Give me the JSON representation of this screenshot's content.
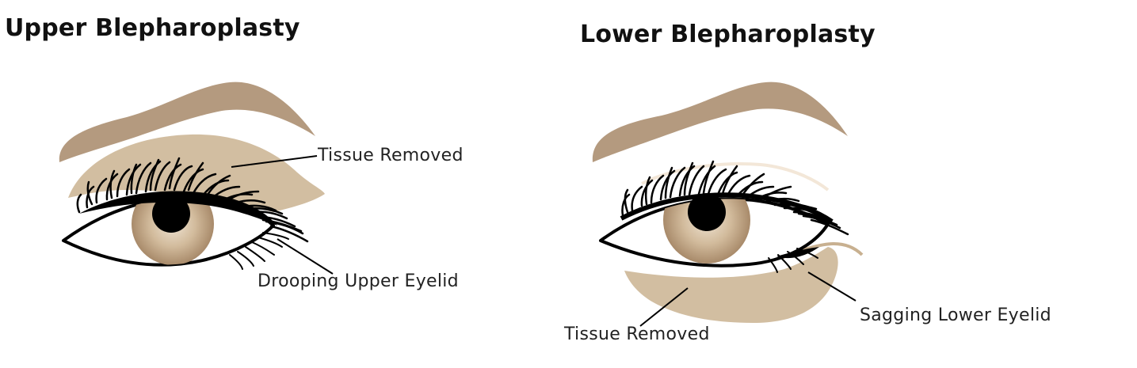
{
  "colors": {
    "brow": "#b49a7f",
    "tissue": "#d2bea1",
    "iris_outer": "#a88a6a",
    "iris_inner": "#e2d2bc",
    "pupil": "#000000",
    "outline": "#000000",
    "text": "#222222"
  },
  "panels": [
    {
      "title": "Upper Blepharoplasty",
      "callouts": {
        "tissue_removed": "Tissue Removed",
        "eyelid": "Drooping Upper Eyelid"
      }
    },
    {
      "title": "Lower Blepharoplasty",
      "callouts": {
        "tissue_removed": "Tissue Removed",
        "eyelid": "Sagging Lower Eyelid"
      }
    }
  ]
}
